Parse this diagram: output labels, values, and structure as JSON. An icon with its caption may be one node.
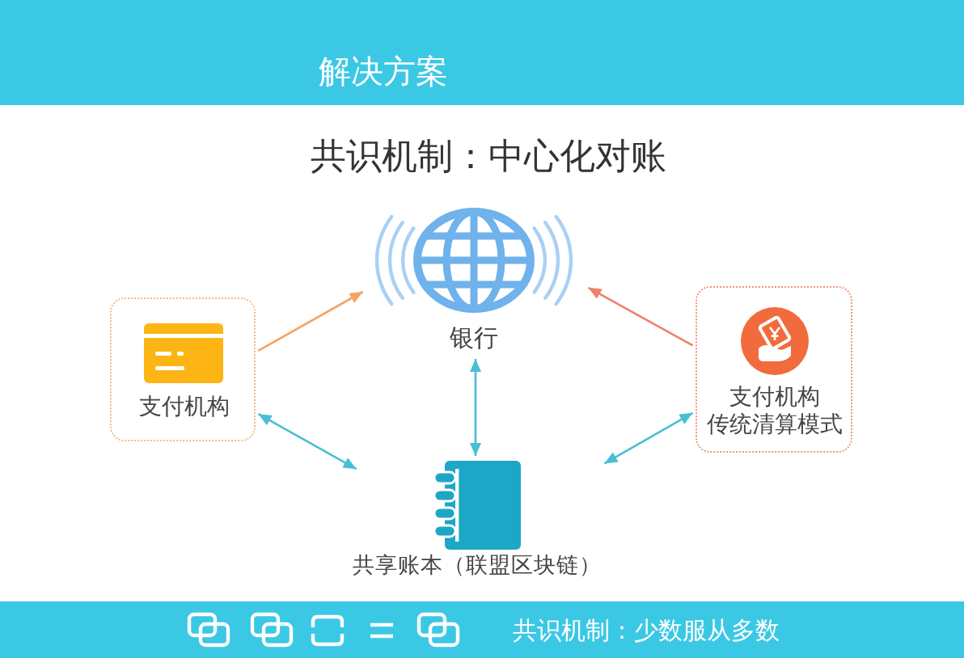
{
  "diagram": {
    "title": "共识机制：中心化对账",
    "nodes": [
      {
        "text": [
          "银行"
        ]
      },
      {
        "text": [
          "支付机构"
        ]
      },
      {
        "text": [
          "支付机构",
          "传统清算模式"
        ]
      },
      {
        "text": [
          "共享账本（联盟区块链）"
        ]
      }
    ],
    "edges": [
      {
        "from": 1,
        "to": 0,
        "arrow": "to",
        "color": "#f4a364"
      },
      {
        "from": 2,
        "to": 0,
        "arrow": "to",
        "color": "#ef806d"
      },
      {
        "from": 0,
        "to": 3,
        "arrow": "both"
      },
      {
        "from": 3,
        "to": 1,
        "arrow": "both"
      },
      {
        "from": 3,
        "to": 2,
        "arrow": "both"
      }
    ],
    "labels": [
      "解决方案",
      "共识机制：少数服从多数"
    ]
  }
}
